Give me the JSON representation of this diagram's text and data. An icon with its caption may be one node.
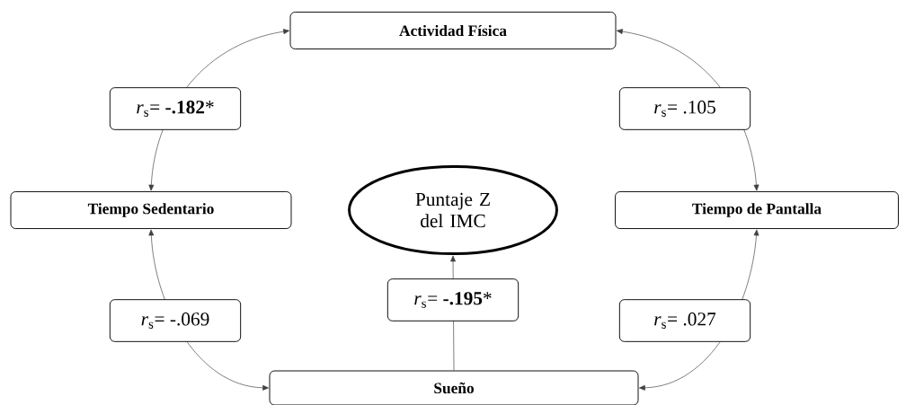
{
  "diagram": {
    "nodes": [
      {
        "text": [
          "Actividad Física"
        ]
      },
      {
        "text": [
          "Tiempo Sedentario"
        ]
      },
      {
        "text": [
          "Puntaje Z del IMC"
        ]
      },
      {
        "text": [
          "Tiempo de Pantalla"
        ]
      },
      {
        "text": [
          "Sueño"
        ]
      }
    ],
    "edges": [
      {
        "from": 1,
        "to": 0,
        "arrow": "both",
        "label": "*r*$_{s}$= **-.182***"
      },
      {
        "from": 3,
        "to": 0,
        "arrow": "both",
        "label": "*r*$_{s}$= .105"
      },
      {
        "from": 1,
        "to": 4,
        "arrow": "both",
        "label": "*r*$_{s}$= -.069"
      },
      {
        "from": 3,
        "to": 4,
        "arrow": "both",
        "label": "*r*$_{s}$= .027"
      },
      {
        "from": 4,
        "to": 2,
        "arrow": "to",
        "label": "*r*$_{s}$= **-.195***"
      }
    ]
  }
}
